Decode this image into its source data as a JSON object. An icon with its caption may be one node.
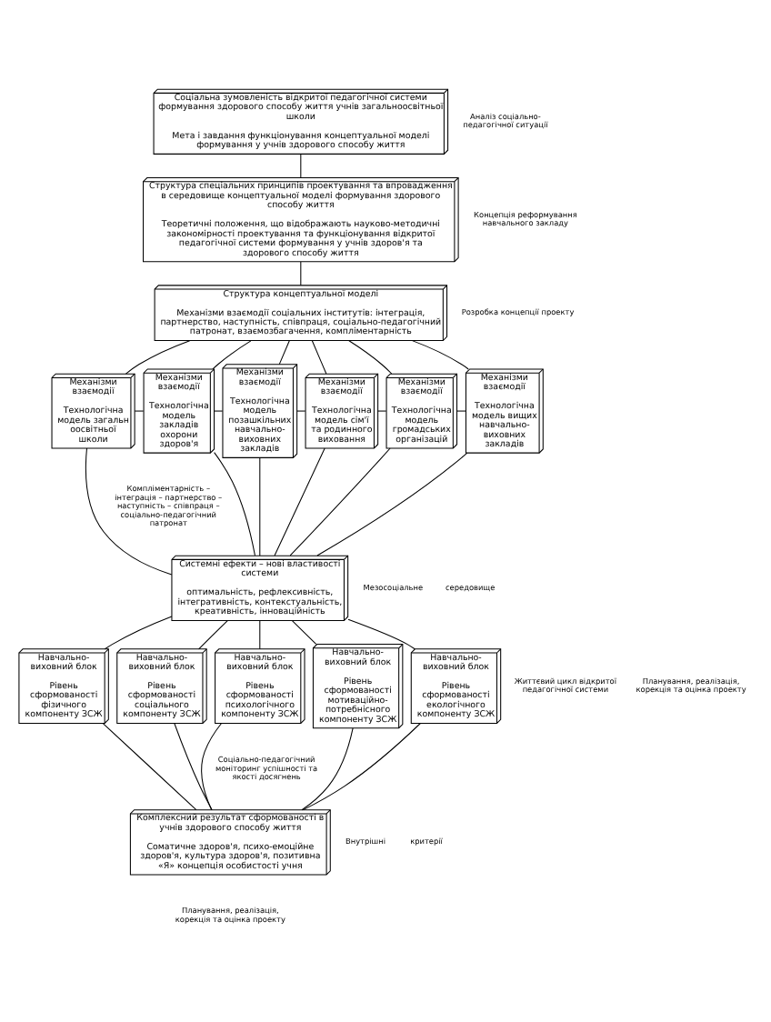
{
  "diagram": {
    "nodes": [
      {
        "text": [
          "Соціальна зумовленість відкритої педагогічної системи формування здорового способу життя учнів загальноосвітньої школи",
          "Мета і завдання функціонування концептуальної моделі формування у учнів здорового способу життя"
        ]
      },
      {
        "text": [
          "Структура спеціальних принципів проектування та впровадження в середовище концептуальної моделі формування здорового способу життя",
          "Теоретичні положення, що відображають науково-методичні закономірності проектування та функціонування відкритої педагогічної системи формування у учнів здоров'я та здорового способу життя"
        ]
      },
      {
        "text": [
          "Структура концептуальної моделі",
          "Механізми взаємодії соціальних інститутів: інтеграція, партнерство, наступність, співпраця, соціально-педагогічний патронат, взаємозбагачення, компліментарність"
        ]
      },
      {
        "text": [
          "Механізми взаємодії",
          "Технологічна модель загальноосвітньої школи"
        ]
      },
      {
        "text": [
          "Механізми взаємодії",
          "Технологічна модель закладів охорони здоров'я"
        ]
      },
      {
        "text": [
          "Механізми взаємодії",
          "Технологічна модель позашкільних навчально-виховних закладів"
        ]
      },
      {
        "text": [
          "Механізми взаємодії",
          "Технологічна модель сім'ї та родинного виховання"
        ]
      },
      {
        "text": [
          "Механізми взаємодії",
          "Технологічна модель громадських організацій"
        ]
      },
      {
        "text": [
          "Механізми взаємодії",
          "Технологічна модель вищих навчально-виховних закладів"
        ]
      },
      {
        "text": [
          "Системні ефекти – нові властивості системи",
          "оптимальність, рефлексивність, інтегративність, контекстуальність, креативність, інноваційність"
        ]
      },
      {
        "text": [
          "Навчально-виховний блок",
          "Рівень сформованості фізичного компоненту ЗСЖ"
        ]
      },
      {
        "text": [
          "Навчально-виховний блок",
          "Рівень сформованості соціального компоненту ЗСЖ"
        ]
      },
      {
        "text": [
          "Навчально-виховний блок",
          "Рівень сформованості психологічного компоненту ЗСЖ"
        ]
      },
      {
        "text": [
          "Навчально-виховний блок",
          "Рівень сформованості мотиваційно-потребнісного компоненту ЗСЖ"
        ]
      },
      {
        "text": [
          "Навчально-виховний блок",
          "Рівень сформованості екологічного компоненту ЗСЖ"
        ]
      },
      {
        "text": [
          "Комплексний результат сформованості в учнів здорового способу життя",
          "Соматичне здоров'я, психо-емоційне здоров'я, культура здоров'я, позитивна «Я» концепція особистості учня"
        ]
      }
    ],
    "edges": [
      {
        "from": 0,
        "to": 1,
        "arrow": "none"
      },
      {
        "from": 1,
        "to": 2,
        "arrow": "none"
      },
      {
        "from": 2,
        "to": 3,
        "arrow": "none"
      },
      {
        "from": 2,
        "to": 4,
        "arrow": "none"
      },
      {
        "from": 2,
        "to": 5,
        "arrow": "none"
      },
      {
        "from": 2,
        "to": 6,
        "arrow": "none"
      },
      {
        "from": 2,
        "to": 7,
        "arrow": "none"
      },
      {
        "from": 2,
        "to": 8,
        "arrow": "none"
      },
      {
        "from": 3,
        "to": 4,
        "arrow": "none"
      },
      {
        "from": 4,
        "to": 5,
        "arrow": "none"
      },
      {
        "from": 5,
        "to": 6,
        "arrow": "none"
      },
      {
        "from": 6,
        "to": 7,
        "arrow": "none"
      },
      {
        "from": 7,
        "to": 8,
        "arrow": "none"
      },
      {
        "from": 3,
        "to": 9,
        "arrow": "none"
      },
      {
        "from": 4,
        "to": 9,
        "arrow": "none"
      },
      {
        "from": 5,
        "to": 9,
        "arrow": "none"
      },
      {
        "from": 6,
        "to": 9,
        "arrow": "none"
      },
      {
        "from": 7,
        "to": 9,
        "arrow": "none"
      },
      {
        "from": 8,
        "to": 9,
        "arrow": "none"
      },
      {
        "from": 9,
        "to": 10,
        "arrow": "none"
      },
      {
        "from": 9,
        "to": 11,
        "arrow": "none"
      },
      {
        "from": 9,
        "to": 12,
        "arrow": "none"
      },
      {
        "from": 9,
        "to": 13,
        "arrow": "none"
      },
      {
        "from": 9,
        "to": 14,
        "arrow": "none"
      },
      {
        "from": 10,
        "to": 15,
        "arrow": "none"
      },
      {
        "from": 11,
        "to": 15,
        "arrow": "none"
      },
      {
        "from": 12,
        "to": 15,
        "arrow": "none"
      },
      {
        "from": 13,
        "to": 15,
        "arrow": "none"
      },
      {
        "from": 14,
        "to": 15,
        "arrow": "none"
      }
    ],
    "labels": [
      "Аналіз соціально-педагогічної ситуації",
      "Концепція реформування навчального закладу",
      "Розробка концепції проекту",
      "Компліментарність – інтеграція – партнерство – наступність – співпраця – соціально-педагогічний патронат",
      "Мезосоціальне",
      "середовище",
      "Соціально-педагогічний моніторинг успішності та якості досягнень",
      "Внутрішні",
      "критерії",
      "Життєвий цикл відкритої педагогічної системи",
      "Планування, реалізація, корекція та оцінка проекту",
      "Планування, реалізація, корекція та оцінка проекту"
    ]
  }
}
